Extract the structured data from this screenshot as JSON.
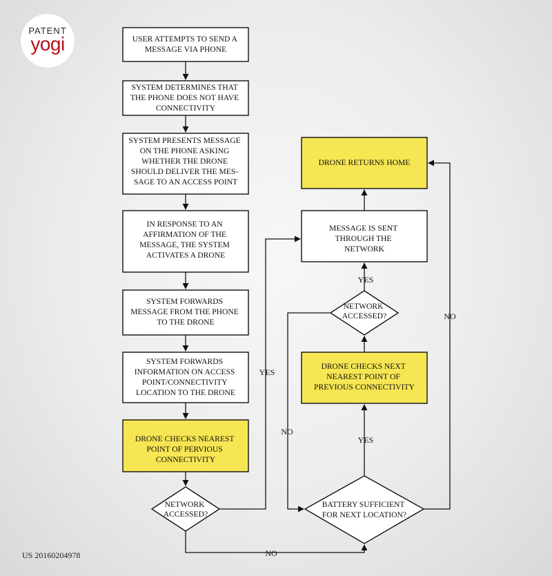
{
  "logo": {
    "top": "PATENT",
    "bottom": "yogi"
  },
  "patent_number": "US 20160204978",
  "colors": {
    "highlight": "#f6e653",
    "box": "#ffffff",
    "line": "#111111",
    "logo_accent": "#b5121b"
  },
  "nodes": [
    {
      "id": "n1",
      "lines": [
        "USER ATTEMPTS TO SEND A",
        "MESSAGE VIA PHONE"
      ]
    },
    {
      "id": "n2",
      "lines": [
        "SYSTEM DETERMINES THAT",
        "THE PHONE DOES NOT HAVE",
        "CONNECTIVITY"
      ]
    },
    {
      "id": "n3",
      "lines": [
        "SYSTEM PRESENTS MESSAGE",
        "ON THE PHONE ASKING",
        "WHETHER THE DRONE",
        "SHOULD DELIVER THE MES-",
        "SAGE TO AN ACCESS POINT"
      ]
    },
    {
      "id": "n4",
      "lines": [
        "IN RESPONSE TO AN",
        "AFFIRMATION OF THE",
        "MESSAGE, THE SYSTEM",
        "ACTIVATES A DRONE"
      ]
    },
    {
      "id": "n5",
      "lines": [
        "SYSTEM FORWARDS",
        "MESSAGE FROM THE PHONE",
        "TO THE DRONE"
      ]
    },
    {
      "id": "n6",
      "lines": [
        "SYSTEM FORWARDS",
        "INFORMATION ON ACCESS",
        "POINT/CONNECTIVITY",
        "LOCATION TO THE DRONE"
      ]
    },
    {
      "id": "n7",
      "lines": [
        "DRONE CHECKS NEAREST",
        "POINT OF PERVIOUS",
        "CONNECTIVITY"
      ]
    },
    {
      "id": "d1",
      "lines": [
        "NETWORK",
        "ACCESSED?"
      ]
    },
    {
      "id": "n8",
      "lines": [
        "DRONE RETURNS HOME"
      ]
    },
    {
      "id": "n9",
      "lines": [
        "MESSAGE IS SENT",
        "THROUGH THE",
        "NETWORK"
      ]
    },
    {
      "id": "d2",
      "lines": [
        "NETWORK",
        "ACCESSED?"
      ]
    },
    {
      "id": "n10",
      "lines": [
        "DRONE CHECKS NEXT",
        "NEAREST POINT OF",
        "PREVIOUS CONNECTIVITY"
      ]
    },
    {
      "id": "d3",
      "lines": [
        "BATTERY SUFFICIENT",
        "FOR NEXT LOCATION?"
      ]
    }
  ],
  "edge_labels": [
    "YES",
    "NO",
    "YES",
    "NO",
    "YES",
    "NO"
  ]
}
